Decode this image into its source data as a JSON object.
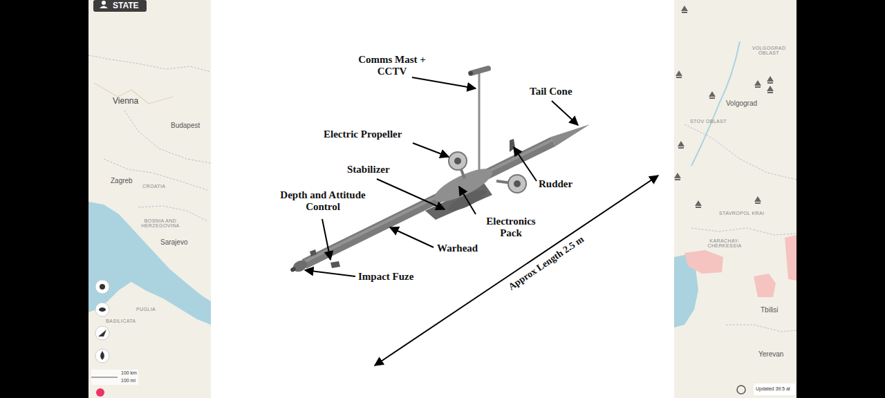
{
  "diagram": {
    "labels": [
      "STATE",
      "Vienna",
      "Budapest",
      "Zagreb",
      "CROATIA",
      "BOSNIA AND HERZEGOVINA",
      "Sarajevo",
      "PUGLIA",
      "BASILICATA",
      "100 km",
      "100 mi",
      "VOLGOGRAD OBLAST",
      "Volgograd",
      "STOV OBLAST",
      "STAVROPOL KRAI",
      "KARACHAY-CHERKESSIA",
      "Tbilisi",
      "Yerevan",
      "Updated 39:5 at",
      "Comms Mast + CCTV",
      "Tail Cone",
      "Electric Propeller",
      "Rudder",
      "Stabilizer",
      "Depth and Attitude Control",
      "Electronics Pack",
      "Warhead",
      "Impact Fuze",
      "Approx Length 2.5 m"
    ]
  }
}
